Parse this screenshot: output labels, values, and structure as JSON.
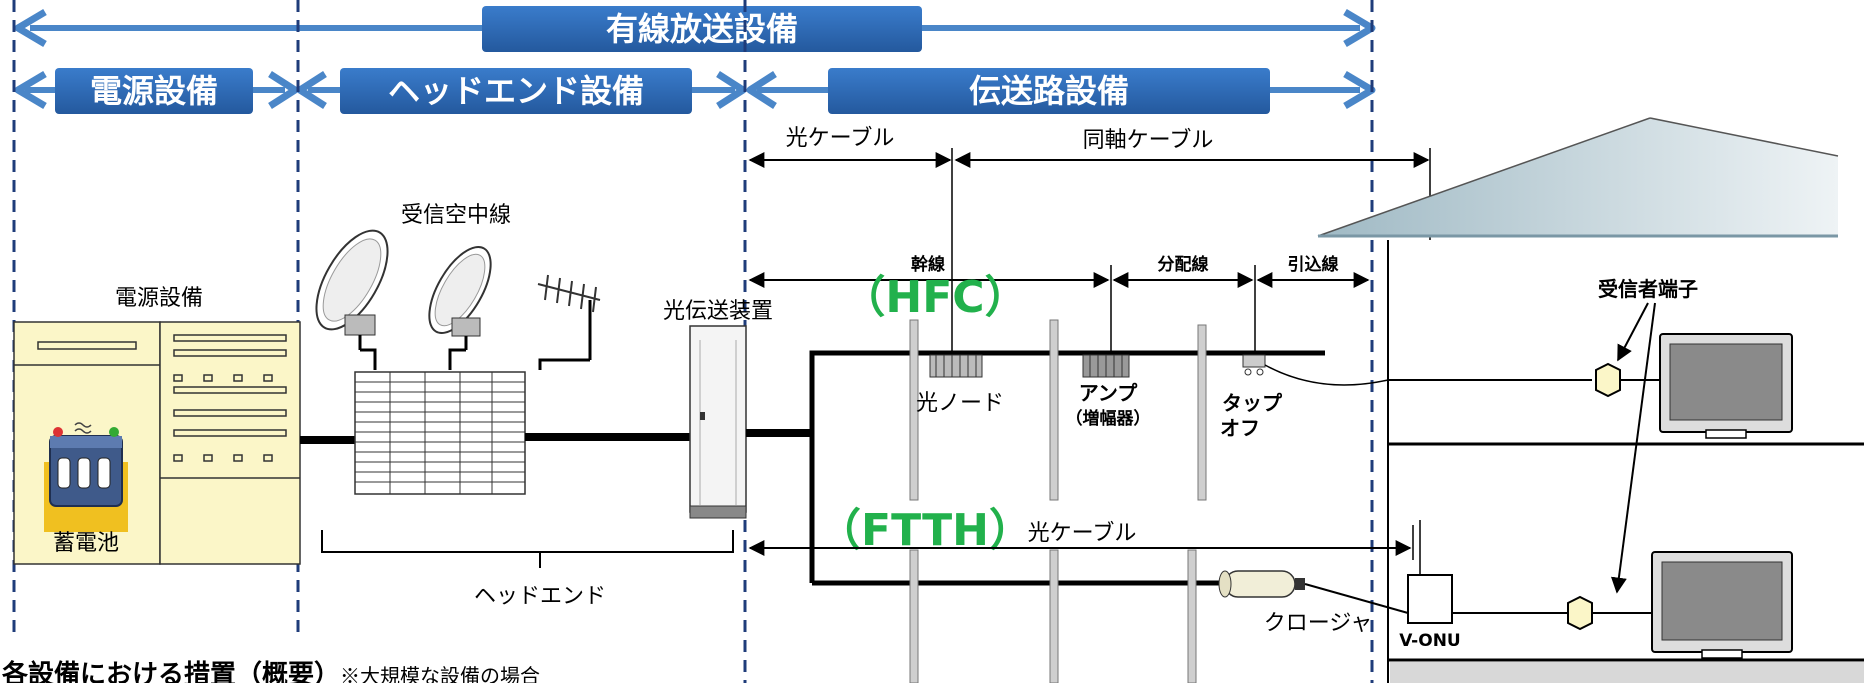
{
  "header": {
    "top": "有線放送設備",
    "power": "電源設備",
    "headend": "ヘッドエンド設備",
    "transmission": "伝送路設備"
  },
  "cables": {
    "optical": "光ケーブル",
    "coax": "同軸ケーブル",
    "trunk": "幹線",
    "distribution": "分配線",
    "drop": "引込線",
    "ftth_optical": "光ケーブル"
  },
  "labels": {
    "power_equipment": "電源設備",
    "battery": "蓄電池",
    "antenna": "受信空中線",
    "optical_tx": "光伝送装置",
    "headend": "ヘッドエンド",
    "optical_node": "光ノード",
    "amp": "アンプ",
    "amp_sub": "（増幅器）",
    "tap": "タップ",
    "off": "オフ",
    "receiver_terminal": "受信者端子",
    "closure": "クロージャ",
    "vonu": "V-ONU",
    "hfc": "（HFC）",
    "ftth": "（FTTH）"
  },
  "footer": {
    "title": "各設備における措置（概要）",
    "note": "※大規模な設備の場合"
  },
  "colors": {
    "banner": "#2e6db4",
    "arrow": "#4a86c8",
    "green": "#22b14c",
    "panel": "#fbf6c8",
    "dash": "#1f3c7a"
  }
}
